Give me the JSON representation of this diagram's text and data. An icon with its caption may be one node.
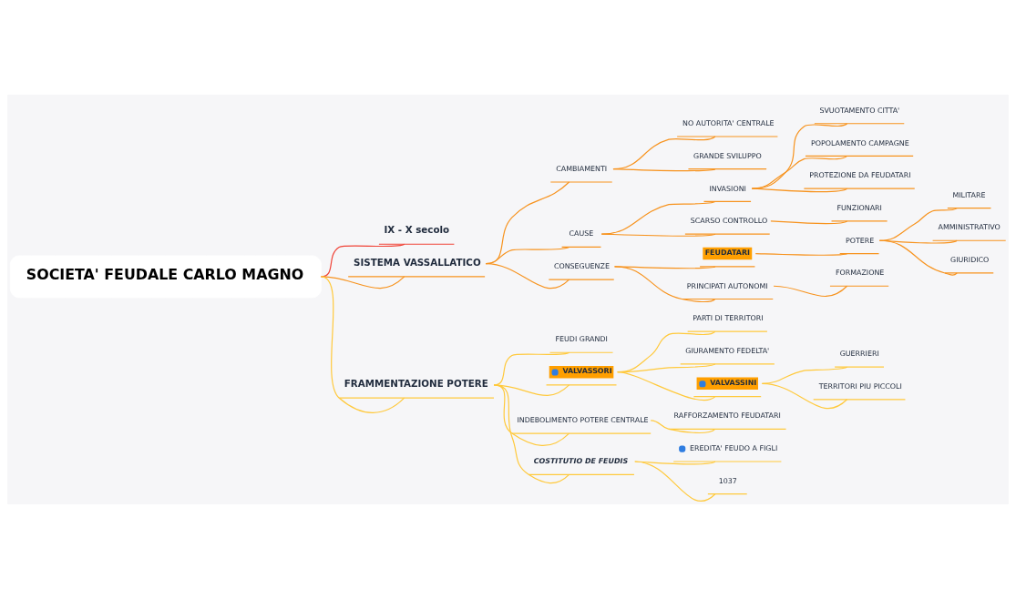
{
  "diagram": {
    "nodes": [
      {
        "text": [
          "SOCIETA' FEUDALE CARLO MAGNO"
        ]
      },
      {
        "text": [
          "IX - X secolo"
        ]
      },
      {
        "text": [
          "SISTEMA VASSALLATICO"
        ]
      },
      {
        "text": [
          "CAMBIAMENTI"
        ]
      },
      {
        "text": [
          "NO AUTORITA' CENTRALE"
        ]
      },
      {
        "text": [
          "GRANDE SVILUPPO"
        ]
      },
      {
        "text": [
          "CAUSE"
        ]
      },
      {
        "text": [
          "INVASIONI"
        ]
      },
      {
        "text": [
          "SVUOTAMENTO CITTA'"
        ]
      },
      {
        "text": [
          "POPOLAMENTO CAMPAGNE"
        ]
      },
      {
        "text": [
          "PROTEZIONE DA FEUDATARI"
        ]
      },
      {
        "text": [
          "SCARSO CONTROLLO"
        ]
      },
      {
        "text": [
          "FUNZIONARI"
        ]
      },
      {
        "text": [
          "CONSEGUENZE"
        ]
      },
      {
        "text": [
          "FEUDATARI"
        ]
      },
      {
        "text": [
          "POTERE"
        ]
      },
      {
        "text": [
          "MILITARE"
        ]
      },
      {
        "text": [
          "AMMINISTRATIVO"
        ]
      },
      {
        "text": [
          "GIURIDICO"
        ]
      },
      {
        "text": [
          "PRINCIPATI AUTONOMI"
        ]
      },
      {
        "text": [
          "FORMAZIONE"
        ]
      },
      {
        "text": [
          "FRAMMENTAZIONE POTERE"
        ]
      },
      {
        "text": [
          "FEUDI GRANDI"
        ]
      },
      {
        "text": [
          "VALVASSORI"
        ]
      },
      {
        "text": [
          "PARTI DI TERRITORI"
        ]
      },
      {
        "text": [
          "GIURAMENTO FEDELTA'"
        ]
      },
      {
        "text": [
          "VALVASSINI"
        ]
      },
      {
        "text": [
          "GUERRIERI"
        ]
      },
      {
        "text": [
          "TERRITORI PIU PICCOLI"
        ]
      },
      {
        "text": [
          "INDEBOLIMENTO POTERE CENTRALE"
        ]
      },
      {
        "text": [
          "RAFFORZAMENTO FEUDATARI"
        ]
      },
      {
        "text": [
          "COSTITUTIO DE FEUDIS"
        ]
      },
      {
        "text": [
          "EREDITA' FEUDO A FIGLI"
        ]
      },
      {
        "text": [
          "1037"
        ]
      }
    ],
    "edges": [
      {
        "from": 0,
        "to": 1,
        "arrow": "none",
        "color": "#f04438"
      },
      {
        "from": 0,
        "to": 2,
        "arrow": "none"
      },
      {
        "from": 2,
        "to": 3,
        "arrow": "none"
      },
      {
        "from": 3,
        "to": 4,
        "arrow": "none"
      },
      {
        "from": 3,
        "to": 5,
        "arrow": "none"
      },
      {
        "from": 2,
        "to": 6,
        "arrow": "none"
      },
      {
        "from": 6,
        "to": 7,
        "arrow": "none"
      },
      {
        "from": 7,
        "to": 8,
        "arrow": "none"
      },
      {
        "from": 7,
        "to": 9,
        "arrow": "none"
      },
      {
        "from": 7,
        "to": 10,
        "arrow": "none"
      },
      {
        "from": 6,
        "to": 11,
        "arrow": "none"
      },
      {
        "from": 11,
        "to": 12,
        "arrow": "none"
      },
      {
        "from": 2,
        "to": 13,
        "arrow": "none"
      },
      {
        "from": 13,
        "to": 14,
        "arrow": "none"
      },
      {
        "from": 14,
        "to": 15,
        "arrow": "none"
      },
      {
        "from": 15,
        "to": 16,
        "arrow": "none"
      },
      {
        "from": 15,
        "to": 17,
        "arrow": "none"
      },
      {
        "from": 15,
        "to": 18,
        "arrow": "none"
      },
      {
        "from": 13,
        "to": 19,
        "arrow": "none"
      },
      {
        "from": 19,
        "to": 20,
        "arrow": "none"
      },
      {
        "from": 0,
        "to": 21,
        "arrow": "none",
        "color": "#ffc93c"
      },
      {
        "from": 21,
        "to": 22,
        "arrow": "none",
        "color": "#ffc93c"
      },
      {
        "from": 21,
        "to": 23,
        "arrow": "none",
        "color": "#ffc93c"
      },
      {
        "from": 23,
        "to": 24,
        "arrow": "none",
        "color": "#ffc93c"
      },
      {
        "from": 23,
        "to": 25,
        "arrow": "none",
        "color": "#ffc93c"
      },
      {
        "from": 23,
        "to": 26,
        "arrow": "none",
        "color": "#ffc93c"
      },
      {
        "from": 26,
        "to": 27,
        "arrow": "none",
        "color": "#ffc93c"
      },
      {
        "from": 26,
        "to": 28,
        "arrow": "none",
        "color": "#ffc93c"
      },
      {
        "from": 21,
        "to": 29,
        "arrow": "none",
        "color": "#ffc93c"
      },
      {
        "from": 29,
        "to": 30,
        "arrow": "none",
        "color": "#ffc93c"
      },
      {
        "from": 21,
        "to": 31,
        "arrow": "none",
        "color": "#ffc93c"
      },
      {
        "from": 31,
        "to": 32,
        "arrow": "none",
        "color": "#ffc93c"
      },
      {
        "from": 31,
        "to": 33,
        "arrow": "none",
        "color": "#ffc93c"
      }
    ]
  }
}
